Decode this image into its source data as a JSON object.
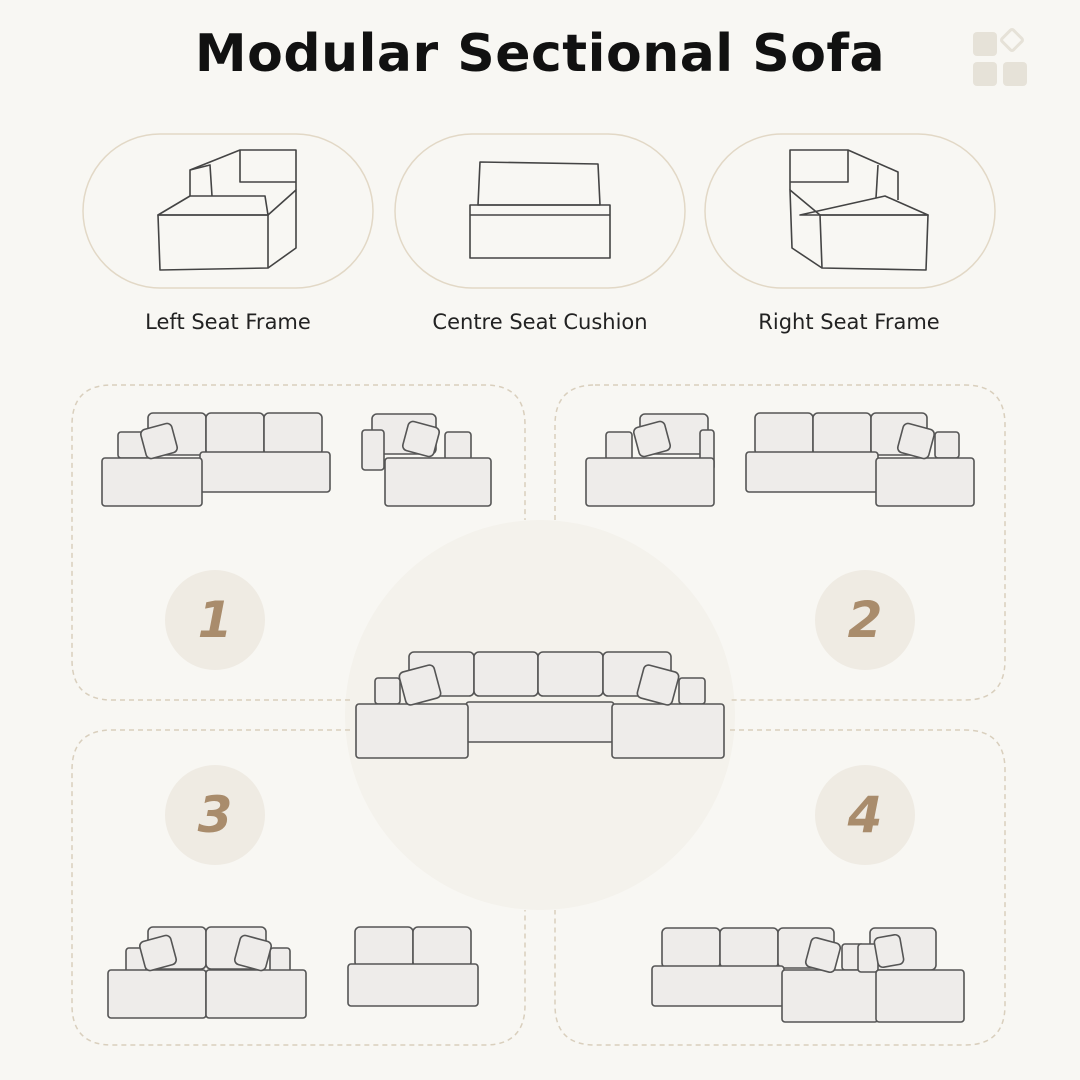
{
  "title": "Modular Sectional Sofa",
  "logo_icon": "four-tiles-icon",
  "components": [
    {
      "label": "Left Seat Frame"
    },
    {
      "label": "Centre Seat Cushion"
    },
    {
      "label": "Right Seat Frame"
    }
  ],
  "configurations": [
    {
      "number": "1"
    },
    {
      "number": "2"
    },
    {
      "number": "3"
    },
    {
      "number": "4"
    }
  ],
  "colors": {
    "background": "#f8f7f3",
    "accent": "#a98c6c",
    "number_circle": "#efebe3",
    "oval_border": "#e2d8c6",
    "dashed_border": "#d9cfbd"
  }
}
